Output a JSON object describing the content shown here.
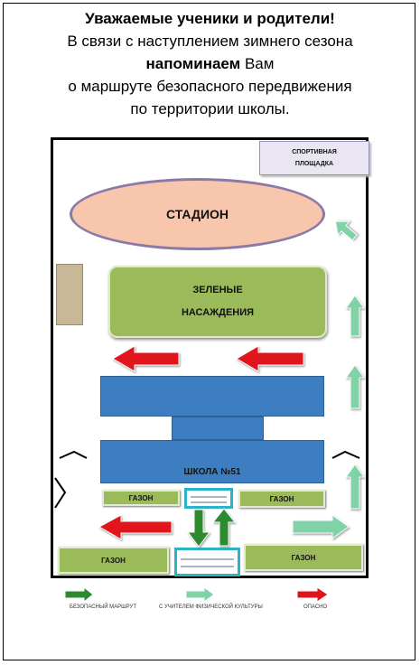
{
  "header": {
    "line1": "Уважаемые  ученики и родители!",
    "line2": "В связи с наступлением зимнего сезона",
    "line3_bold": "напоминаем",
    "line3_rest": " Вам",
    "line4": "о маршруте  безопасного  передвижения",
    "line5": "по территории школы."
  },
  "map": {
    "sport_l1": "СПОРТИВНАЯ",
    "sport_l2": "ПЛОЩАДКА",
    "stadium": "СТАДИОН",
    "green_l1": "ЗЕЛЕНЫЕ",
    "green_l2": "НАСАЖДЕНИЯ",
    "school": "ШКОЛА №51",
    "lawn": "ГАЗОН"
  },
  "legend": {
    "safe": "БЕЗОПАСНЫЙ  МАРШРУТ",
    "pe": "С УЧИТЕЛЕМ ФИЗИЧЕСКОЙ КУЛЬТУРЫ",
    "danger": "ОПАСНО"
  },
  "colors": {
    "safe_arrow": "#2f8a2f",
    "pe_arrow": "#7fd3a7",
    "danger_arrow": "#e0141b",
    "school": "#3d7ec2",
    "lawn": "#9bba5a",
    "stadium": "#f7c6ac"
  }
}
